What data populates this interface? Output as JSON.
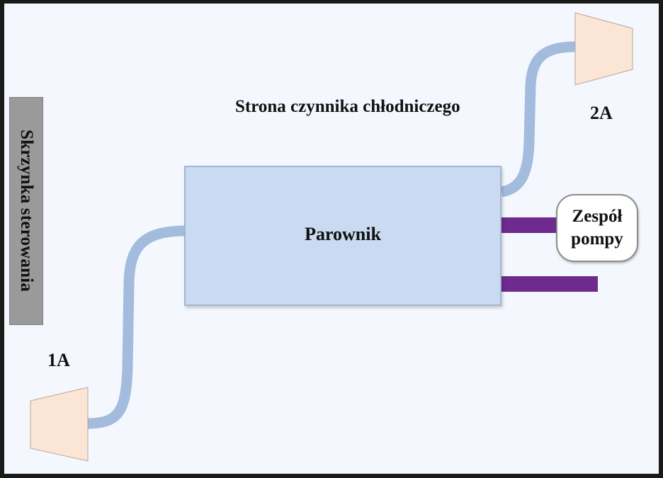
{
  "colors": {
    "background": "#f4f7fd",
    "border": "#1a1a1a",
    "evaporator_fill": "#c9daf1",
    "pipe": "#a3bbdd",
    "pump_line": "#6e2a8e",
    "nozzle_fill": "#fbe5d4",
    "control_box_fill": "#9a9a9a"
  },
  "control_box": {
    "label": "Skrzynka sterowania"
  },
  "refrigerant_side": {
    "label": "Strona czynnika chłodniczego"
  },
  "evaporator": {
    "label": "Parownik"
  },
  "pump_unit": {
    "label_line1": "Zespół",
    "label_line2": "pompy"
  },
  "ports": {
    "inlet_label": "1A",
    "outlet_label": "2A"
  }
}
